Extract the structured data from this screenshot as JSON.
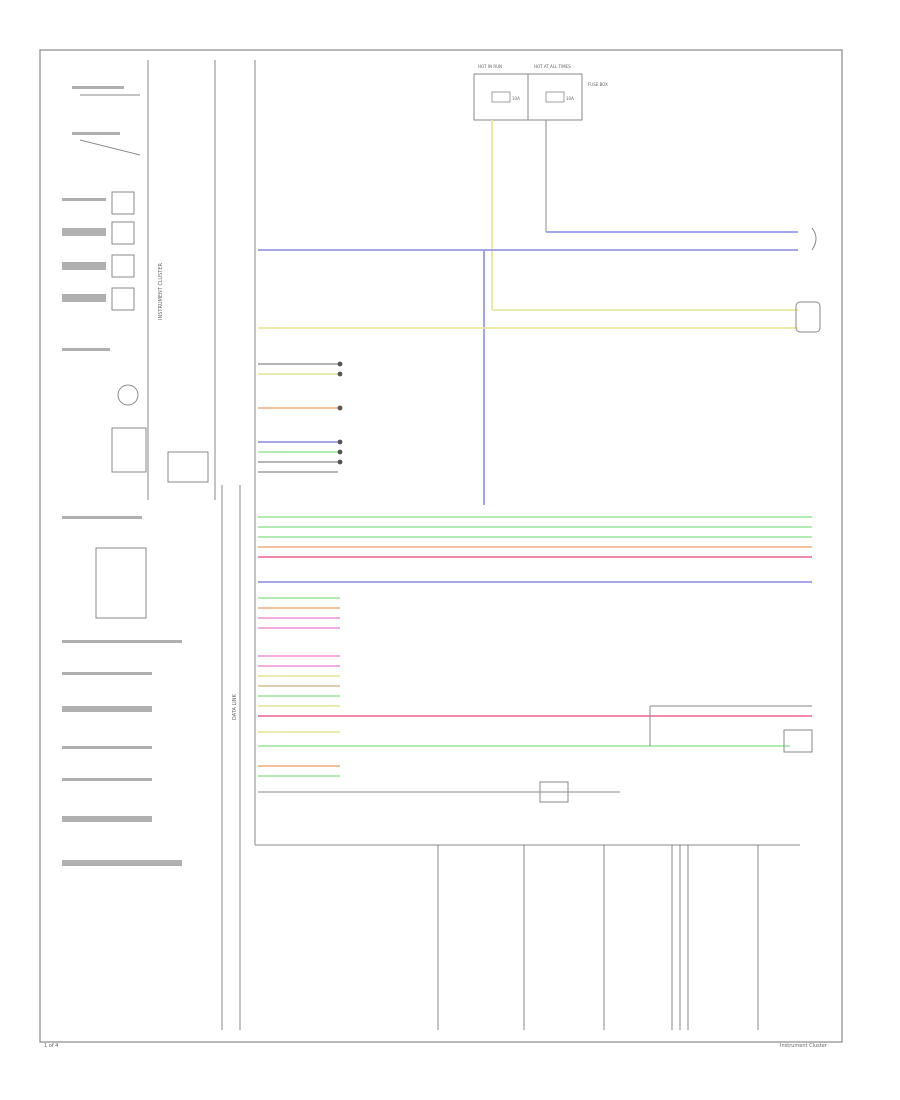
{
  "footer": {
    "left_code": "1 of 4",
    "right_code": "Instrument Cluster"
  },
  "fuse_box": {
    "title_left": "HOT IN RUN",
    "title_right": "HOT AT ALL TIMES",
    "fuse_a": "10A",
    "fuse_b": "10A",
    "label": "FUSE BOX"
  },
  "components": {
    "cluster_label": "INSTRUMENT CLUSTER",
    "lower_label": "DATA LINK"
  },
  "wire_colors": {
    "blue": "#9a9ae8",
    "yellow": "#e8e8a0",
    "green": "#a8e8a8",
    "red": "#f08aa8",
    "orange": "#f0b890",
    "grey": "#6b6b6b",
    "pink": "#f0a0d8",
    "tan": "#d8c8a0"
  }
}
